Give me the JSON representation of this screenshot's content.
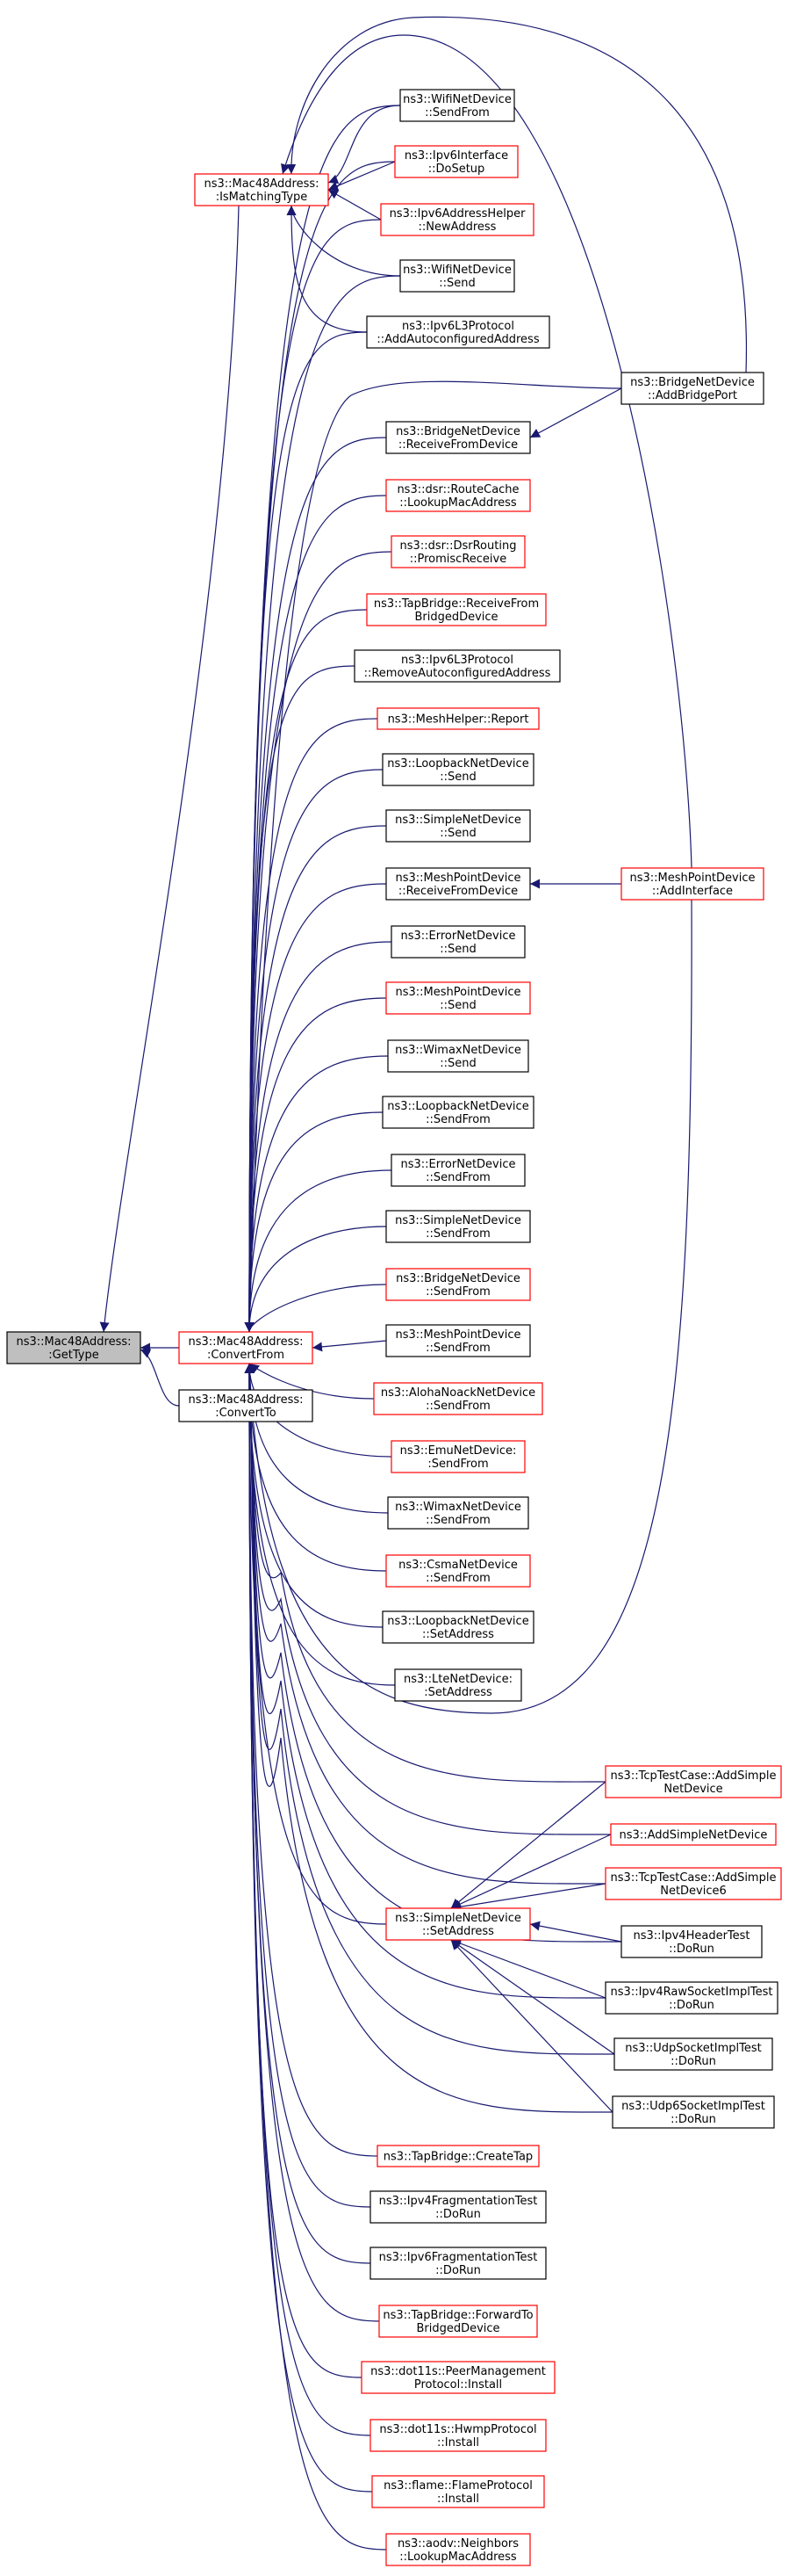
{
  "nodes": [
    {
      "id": "gettype",
      "lines": [
        "ns3::Mac48Address:",
        ":GetType"
      ],
      "style": "gray"
    },
    {
      "id": "ismatching",
      "lines": [
        "ns3::Mac48Address:",
        ":IsMatchingType"
      ],
      "style": "red"
    },
    {
      "id": "convertfrom",
      "lines": [
        "ns3::Mac48Address:",
        ":ConvertFrom"
      ],
      "style": "red"
    },
    {
      "id": "convertto",
      "lines": [
        "ns3::Mac48Address:",
        ":ConvertTo"
      ],
      "style": "black"
    },
    {
      "id": "wifi_sendfrom",
      "lines": [
        "ns3::WifiNetDevice",
        "::SendFrom"
      ],
      "style": "black"
    },
    {
      "id": "ipv6if_dosetup",
      "lines": [
        "ns3::Ipv6Interface",
        "::DoSetup"
      ],
      "style": "red"
    },
    {
      "id": "ipv6ah_newaddress",
      "lines": [
        "ns3::Ipv6AddressHelper",
        "::NewAddress"
      ],
      "style": "red"
    },
    {
      "id": "wifi_send",
      "lines": [
        "ns3::WifiNetDevice",
        "::Send"
      ],
      "style": "black"
    },
    {
      "id": "ipv6l3_addauto",
      "lines": [
        "ns3::Ipv6L3Protocol",
        "::AddAutoconfiguredAddress"
      ],
      "style": "black"
    },
    {
      "id": "bridge_addport",
      "lines": [
        "ns3::BridgeNetDevice",
        "::AddBridgePort"
      ],
      "style": "black"
    },
    {
      "id": "bridge_receive",
      "lines": [
        "ns3::BridgeNetDevice",
        "::ReceiveFromDevice"
      ],
      "style": "black"
    },
    {
      "id": "dsr_routecache",
      "lines": [
        "ns3::dsr::RouteCache",
        "::LookupMacAddress"
      ],
      "style": "red"
    },
    {
      "id": "dsr_promisc",
      "lines": [
        "ns3::dsr::DsrRouting",
        "::PromiscReceive"
      ],
      "style": "red"
    },
    {
      "id": "tap_receive",
      "lines": [
        "ns3::TapBridge::ReceiveFrom",
        "BridgedDevice"
      ],
      "style": "red"
    },
    {
      "id": "ipv6l3_removeauto",
      "lines": [
        "ns3::Ipv6L3Protocol",
        "::RemoveAutoconfiguredAddress"
      ],
      "style": "black"
    },
    {
      "id": "meshhelper_report",
      "lines": [
        "ns3::MeshHelper::Report"
      ],
      "style": "red"
    },
    {
      "id": "loopback_send",
      "lines": [
        "ns3::LoopbackNetDevice",
        "::Send"
      ],
      "style": "black"
    },
    {
      "id": "simple_send",
      "lines": [
        "ns3::SimpleNetDevice",
        "::Send"
      ],
      "style": "black"
    },
    {
      "id": "meshpoint_receive",
      "lines": [
        "ns3::MeshPointDevice",
        "::ReceiveFromDevice"
      ],
      "style": "black"
    },
    {
      "id": "meshpoint_addif",
      "lines": [
        "ns3::MeshPointDevice",
        "::AddInterface"
      ],
      "style": "red"
    },
    {
      "id": "error_send",
      "lines": [
        "ns3::ErrorNetDevice",
        "::Send"
      ],
      "style": "black"
    },
    {
      "id": "meshpoint_send",
      "lines": [
        "ns3::MeshPointDevice",
        "::Send"
      ],
      "style": "red"
    },
    {
      "id": "wimax_send",
      "lines": [
        "ns3::WimaxNetDevice",
        "::Send"
      ],
      "style": "black"
    },
    {
      "id": "loopback_sendfrom",
      "lines": [
        "ns3::LoopbackNetDevice",
        "::SendFrom"
      ],
      "style": "black"
    },
    {
      "id": "error_sendfrom",
      "lines": [
        "ns3::ErrorNetDevice",
        "::SendFrom"
      ],
      "style": "black"
    },
    {
      "id": "simple_sendfrom",
      "lines": [
        "ns3::SimpleNetDevice",
        "::SendFrom"
      ],
      "style": "black"
    },
    {
      "id": "bridge_sendfrom",
      "lines": [
        "ns3::BridgeNetDevice",
        "::SendFrom"
      ],
      "style": "red"
    },
    {
      "id": "meshpoint_sendfrom",
      "lines": [
        "ns3::MeshPointDevice",
        "::SendFrom"
      ],
      "style": "black"
    },
    {
      "id": "aloha_sendfrom",
      "lines": [
        "ns3::AlohaNoackNetDevice",
        "::SendFrom"
      ],
      "style": "red"
    },
    {
      "id": "emu_sendfrom",
      "lines": [
        "ns3::EmuNetDevice:",
        ":SendFrom"
      ],
      "style": "red"
    },
    {
      "id": "wimax_sendfrom",
      "lines": [
        "ns3::WimaxNetDevice",
        "::SendFrom"
      ],
      "style": "black"
    },
    {
      "id": "csma_sendfrom",
      "lines": [
        "ns3::CsmaNetDevice",
        "::SendFrom"
      ],
      "style": "red"
    },
    {
      "id": "loopback_setaddress",
      "lines": [
        "ns3::LoopbackNetDevice",
        "::SetAddress"
      ],
      "style": "black"
    },
    {
      "id": "lte_setaddress",
      "lines": [
        "ns3::LteNetDevice:",
        ":SetAddress"
      ],
      "style": "black"
    },
    {
      "id": "tcptest_addsimple",
      "lines": [
        "ns3::TcpTestCase::AddSimple",
        "NetDevice"
      ],
      "style": "red"
    },
    {
      "id": "addsimple",
      "lines": [
        "ns3::AddSimpleNetDevice"
      ],
      "style": "red"
    },
    {
      "id": "tcptest_addsimple6",
      "lines": [
        "ns3::TcpTestCase::AddSimple",
        "NetDevice6"
      ],
      "style": "red"
    },
    {
      "id": "simple_setaddress",
      "lines": [
        "ns3::SimpleNetDevice",
        "::SetAddress"
      ],
      "style": "red"
    },
    {
      "id": "ipv4header_dorun",
      "lines": [
        "ns3::Ipv4HeaderTest",
        "::DoRun"
      ],
      "style": "black"
    },
    {
      "id": "ipv4raw_dorun",
      "lines": [
        "ns3::Ipv4RawSocketImplTest",
        "::DoRun"
      ],
      "style": "black"
    },
    {
      "id": "udp_dorun",
      "lines": [
        "ns3::UdpSocketImplTest",
        "::DoRun"
      ],
      "style": "black"
    },
    {
      "id": "udp6_dorun",
      "lines": [
        "ns3::Udp6SocketImplTest",
        "::DoRun"
      ],
      "style": "black"
    },
    {
      "id": "tap_createtap",
      "lines": [
        "ns3::TapBridge::CreateTap"
      ],
      "style": "red"
    },
    {
      "id": "ipv4frag_dorun",
      "lines": [
        "ns3::Ipv4FragmentationTest",
        "::DoRun"
      ],
      "style": "black"
    },
    {
      "id": "ipv6frag_dorun",
      "lines": [
        "ns3::Ipv6FragmentationTest",
        "::DoRun"
      ],
      "style": "black"
    },
    {
      "id": "tap_forward",
      "lines": [
        "ns3::TapBridge::ForwardTo",
        "BridgedDevice"
      ],
      "style": "red"
    },
    {
      "id": "dot11s_peer",
      "lines": [
        "ns3::dot11s::PeerManagement",
        "Protocol::Install"
      ],
      "style": "red"
    },
    {
      "id": "dot11s_hwmp",
      "lines": [
        "ns3::dot11s::HwmpProtocol",
        "::Install"
      ],
      "style": "red"
    },
    {
      "id": "flame_install",
      "lines": [
        "ns3::flame::FlameProtocol",
        "::Install"
      ],
      "style": "red"
    },
    {
      "id": "aodv_lookup",
      "lines": [
        "ns3::aodv::Neighbors",
        "::LookupMacAddress"
      ],
      "style": "red"
    }
  ],
  "edges": [
    [
      "ismatching",
      "gettype"
    ],
    [
      "convertfrom",
      "gettype"
    ],
    [
      "convertto",
      "gettype"
    ],
    [
      "wifi_sendfrom",
      "ismatching"
    ],
    [
      "ipv6if_dosetup",
      "ismatching"
    ],
    [
      "ipv6ah_newaddress",
      "ismatching"
    ],
    [
      "wifi_send",
      "ismatching"
    ],
    [
      "ipv6l3_addauto",
      "ismatching"
    ],
    [
      "bridge_addport",
      "ismatching"
    ],
    [
      "meshpoint_addif",
      "ismatching"
    ],
    [
      "bridge_addport",
      "bridge_receive"
    ],
    [
      "meshpoint_addif",
      "meshpoint_receive"
    ],
    [
      "wifi_sendfrom",
      "convertfrom"
    ],
    [
      "ipv6if_dosetup",
      "convertfrom"
    ],
    [
      "ipv6ah_newaddress",
      "convertfrom"
    ],
    [
      "wifi_send",
      "convertfrom"
    ],
    [
      "ipv6l3_addauto",
      "convertfrom"
    ],
    [
      "bridge_addport",
      "convertfrom"
    ],
    [
      "bridge_receive",
      "convertfrom"
    ],
    [
      "dsr_routecache",
      "convertfrom"
    ],
    [
      "dsr_promisc",
      "convertfrom"
    ],
    [
      "tap_receive",
      "convertfrom"
    ],
    [
      "ipv6l3_removeauto",
      "convertfrom"
    ],
    [
      "meshhelper_report",
      "convertfrom"
    ],
    [
      "loopback_send",
      "convertfrom"
    ],
    [
      "simple_send",
      "convertfrom"
    ],
    [
      "meshpoint_receive",
      "convertfrom"
    ],
    [
      "error_send",
      "convertfrom"
    ],
    [
      "meshpoint_send",
      "convertfrom"
    ],
    [
      "wimax_send",
      "convertfrom"
    ],
    [
      "loopback_sendfrom",
      "convertfrom"
    ],
    [
      "error_sendfrom",
      "convertfrom"
    ],
    [
      "simple_sendfrom",
      "convertfrom"
    ],
    [
      "bridge_sendfrom",
      "convertfrom"
    ],
    [
      "meshpoint_sendfrom",
      "convertfrom"
    ],
    [
      "aloha_sendfrom",
      "convertfrom"
    ],
    [
      "emu_sendfrom",
      "convertfrom"
    ],
    [
      "wimax_sendfrom",
      "convertfrom"
    ],
    [
      "csma_sendfrom",
      "convertfrom"
    ],
    [
      "loopback_setaddress",
      "convertfrom"
    ],
    [
      "lte_setaddress",
      "convertfrom"
    ],
    [
      "meshpoint_addif",
      "convertfrom"
    ],
    [
      "tcptest_addsimple",
      "convertfrom"
    ],
    [
      "addsimple",
      "convertfrom"
    ],
    [
      "tcptest_addsimple6",
      "convertfrom"
    ],
    [
      "simple_setaddress",
      "convertfrom"
    ],
    [
      "ipv4header_dorun",
      "convertfrom"
    ],
    [
      "ipv4raw_dorun",
      "convertfrom"
    ],
    [
      "udp_dorun",
      "convertfrom"
    ],
    [
      "udp6_dorun",
      "convertfrom"
    ],
    [
      "tap_createtap",
      "convertfrom"
    ],
    [
      "ipv4frag_dorun",
      "convertfrom"
    ],
    [
      "ipv6frag_dorun",
      "convertfrom"
    ],
    [
      "tap_forward",
      "convertfrom"
    ],
    [
      "dot11s_peer",
      "convertfrom"
    ],
    [
      "dot11s_hwmp",
      "convertfrom"
    ],
    [
      "flame_install",
      "convertfrom"
    ],
    [
      "aodv_lookup",
      "convertfrom"
    ],
    [
      "tcptest_addsimple",
      "simple_setaddress"
    ],
    [
      "addsimple",
      "simple_setaddress"
    ],
    [
      "tcptest_addsimple6",
      "simple_setaddress"
    ],
    [
      "ipv4header_dorun",
      "simple_setaddress"
    ],
    [
      "ipv4raw_dorun",
      "simple_setaddress"
    ],
    [
      "udp_dorun",
      "simple_setaddress"
    ],
    [
      "udp6_dorun",
      "simple_setaddress"
    ]
  ],
  "colors": {
    "edge": "#191970",
    "red_border": "#ff0000",
    "black_border": "#000000",
    "gray_fill": "#bfbfbf"
  }
}
